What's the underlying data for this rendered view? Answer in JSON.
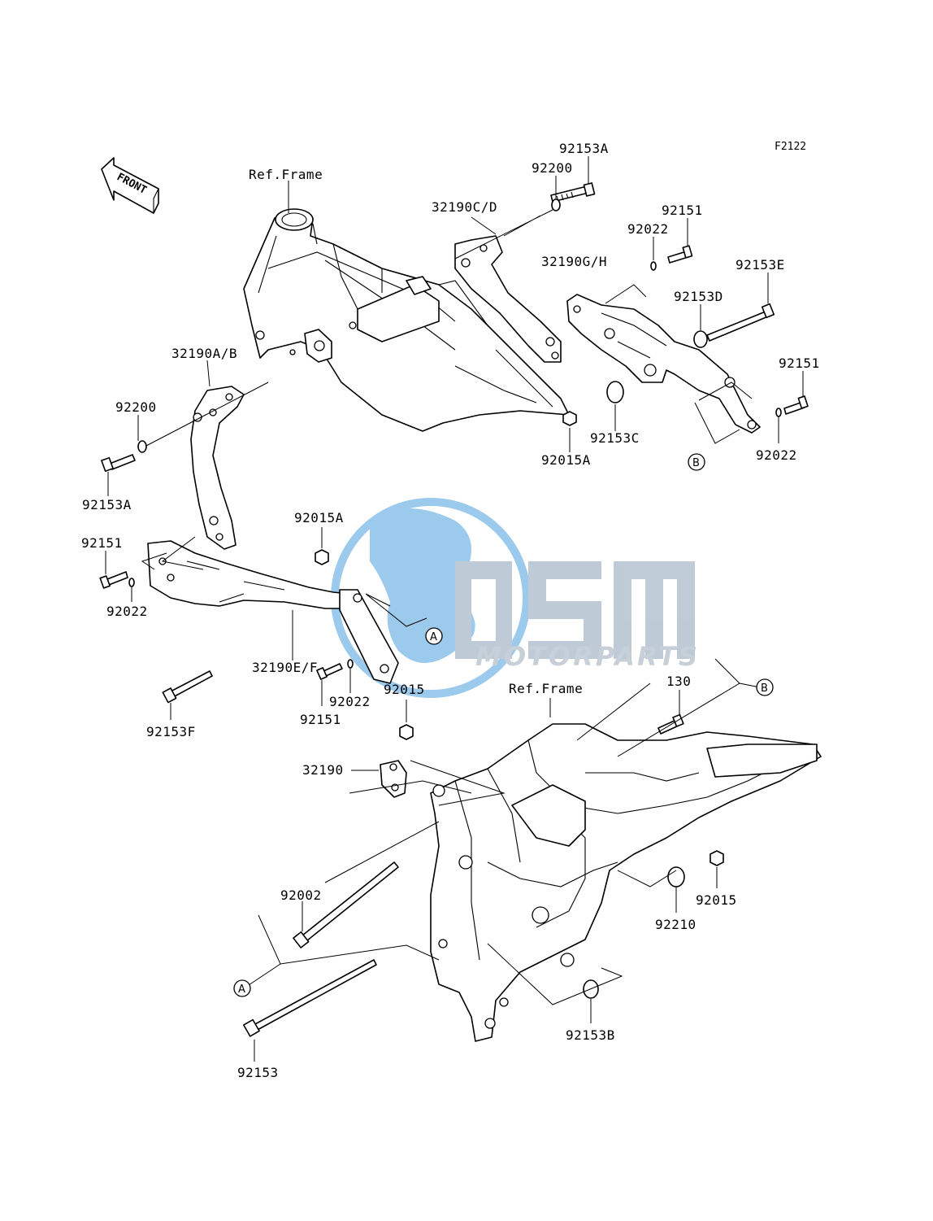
{
  "figure_code": "F2122",
  "front_arrow": {
    "text": "FRONT"
  },
  "watermark": {
    "logo_text": "OSM",
    "sub_text": "MOTORPARTS",
    "globe_color": "#4a9fe0",
    "letter_color": "#8aa0b4"
  },
  "ref_labels": {
    "upper": "Ref.Frame",
    "lower": "Ref.Frame"
  },
  "callouts": {
    "A": "A",
    "B": "B"
  },
  "part_labels": {
    "p_92153A_top": "92153A",
    "p_92200_top": "92200",
    "p_32190CD": "32190C/D",
    "p_92151_top": "92151",
    "p_92022_top": "92022",
    "p_32190GH": "32190G/H",
    "p_92153E": "92153E",
    "p_92153D": "92153D",
    "p_92151_right": "92151",
    "p_92153C": "92153C",
    "p_92015A_right": "92015A",
    "p_92022_right": "92022",
    "p_32190AB": "32190A/B",
    "p_92200_left": "92200",
    "p_92153A_left": "92153A",
    "p_92015A_mid": "92015A",
    "p_92151_left": "92151",
    "p_92022_left": "92022",
    "p_32190EF": "32190E/F",
    "p_92153F": "92153F",
    "p_92151_mid": "92151",
    "p_92022_mid": "92022",
    "p_92015_mid": "92015",
    "p_130": "130",
    "p_32190": "32190",
    "p_92002": "92002",
    "p_92210": "92210",
    "p_92015_right": "92015",
    "p_92153B": "92153B",
    "p_92153": "92153"
  }
}
